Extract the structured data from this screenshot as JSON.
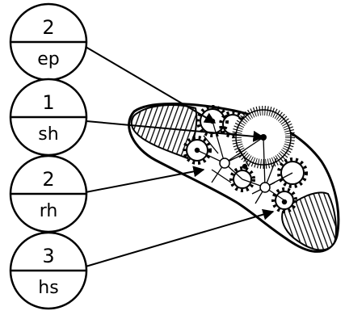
{
  "labels": [
    {
      "number": "2",
      "code": "ep"
    },
    {
      "number": "1",
      "code": "sh"
    },
    {
      "number": "2",
      "code": "rh"
    },
    {
      "number": "3",
      "code": "hs"
    }
  ]
}
